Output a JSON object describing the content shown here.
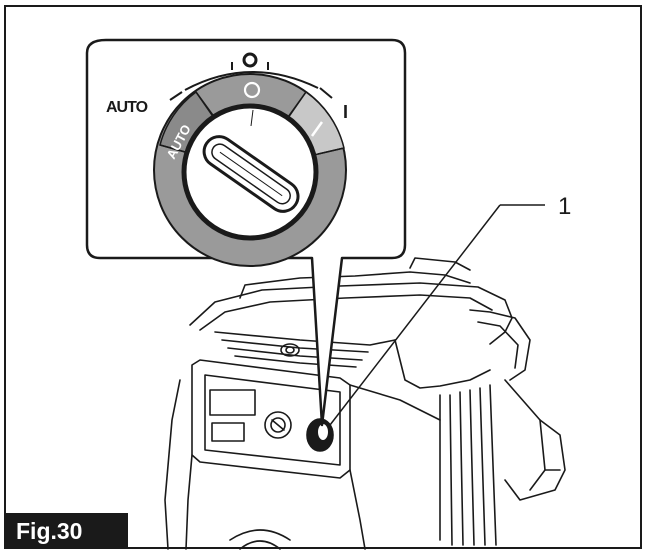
{
  "figure": {
    "label": "Fig.30"
  },
  "dial": {
    "auto_label": "AUTO",
    "auto_inner_label": "AUTO",
    "off_label": "O",
    "on_label": "I"
  },
  "callouts": {
    "switch_number": "1"
  },
  "colors": {
    "line": "#1a1a1a",
    "ring_gray": "#9a9a9a",
    "ring_light": "#c8c8c8",
    "background": "#ffffff"
  }
}
